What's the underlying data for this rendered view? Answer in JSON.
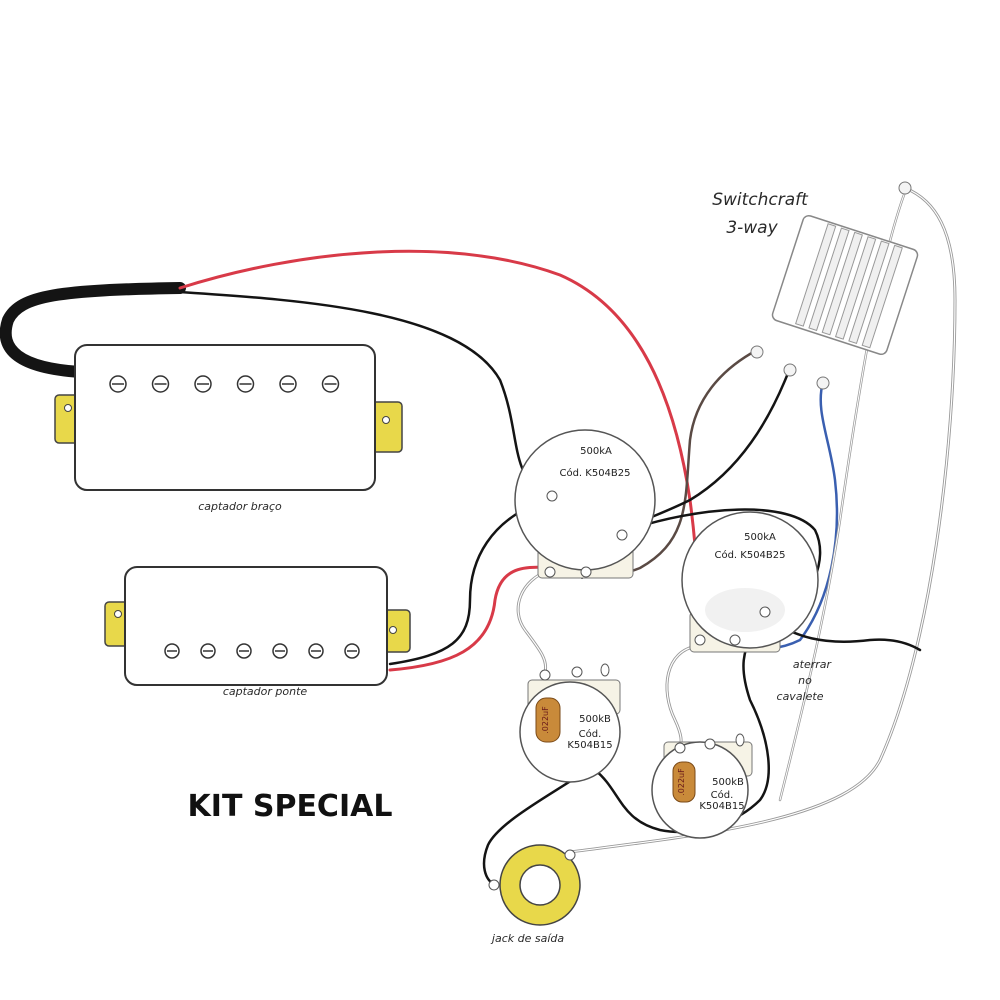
{
  "title": "KIT SPECIAL",
  "switch": {
    "label_line1": "Switchcraft",
    "label_line2": "3-way"
  },
  "pickups": {
    "neck_label": "captador braço",
    "bridge_label": "captador ponte"
  },
  "pots": {
    "volume_neck": {
      "line1": "500kA",
      "line2": "Cód. K504B25"
    },
    "volume_bridge": {
      "line1": "500kA",
      "line2": "Cód. K504B25"
    },
    "tone_neck": {
      "line1": "500kB",
      "line2": "Cód.",
      "line3": "K504B15"
    },
    "tone_bridge": {
      "line1": "500kB",
      "line2": "Cód.",
      "line3": "K504B15"
    }
  },
  "capacitors": {
    "neck": ".022uF",
    "bridge": ".022uF"
  },
  "ground_note": {
    "line1": "aterrar",
    "line2": "no",
    "line3": "cavalete"
  },
  "jack_label": "jack de saída",
  "colors": {
    "wire_red": "#d83a48",
    "wire_black": "#141414",
    "wire_blue": "#3a5fb0",
    "wire_brown": "#5a4a44",
    "wire_white": "#9a9a9a",
    "pickup_tab": "#e8d84a",
    "capacitor": "#c98a3a"
  }
}
